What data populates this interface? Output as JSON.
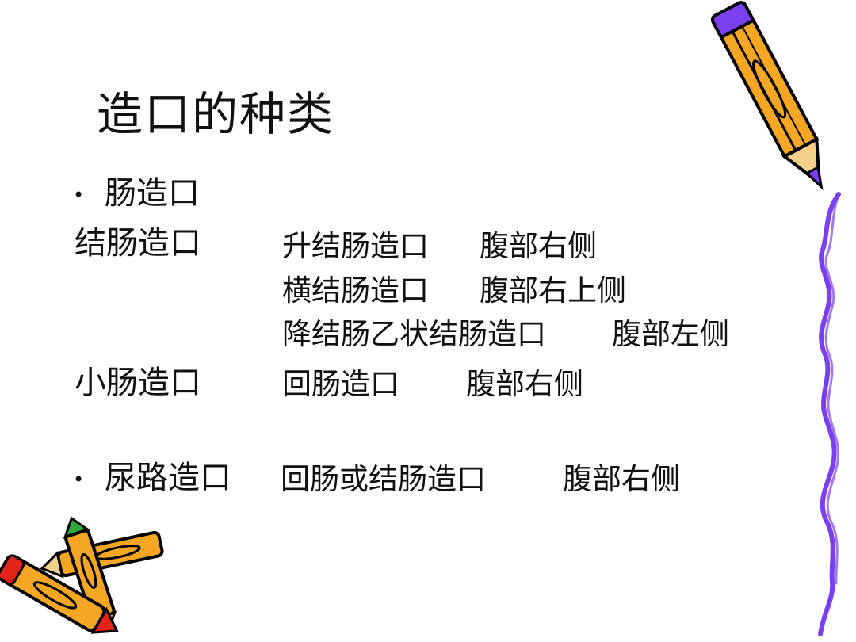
{
  "slide": {
    "title": "造口的种类",
    "bullet_symbol": "•",
    "intestinal": {
      "heading": "肠造口",
      "colon": {
        "label": "结肠造口",
        "rows": [
          {
            "type": "升结肠造口",
            "site": "腹部右侧"
          },
          {
            "type": "横结肠造口",
            "site": "腹部右上侧"
          },
          {
            "type": "降结肠乙状结肠造口",
            "site": "腹部左侧"
          }
        ]
      },
      "small_intestine": {
        "label": "小肠造口",
        "type": "回肠造口",
        "site": "腹部右侧"
      }
    },
    "urinary": {
      "heading": "尿路造口",
      "type": "回肠或结肠造口",
      "site": "腹部右侧"
    }
  },
  "decorations": {
    "border_color": "#7b3ff2",
    "pencil_body_color": "#f5a623",
    "pencil_tip_color": "#7b3ff2",
    "crayon_green_color": "#2faa3a",
    "crayon_red_color": "#e2231a"
  }
}
